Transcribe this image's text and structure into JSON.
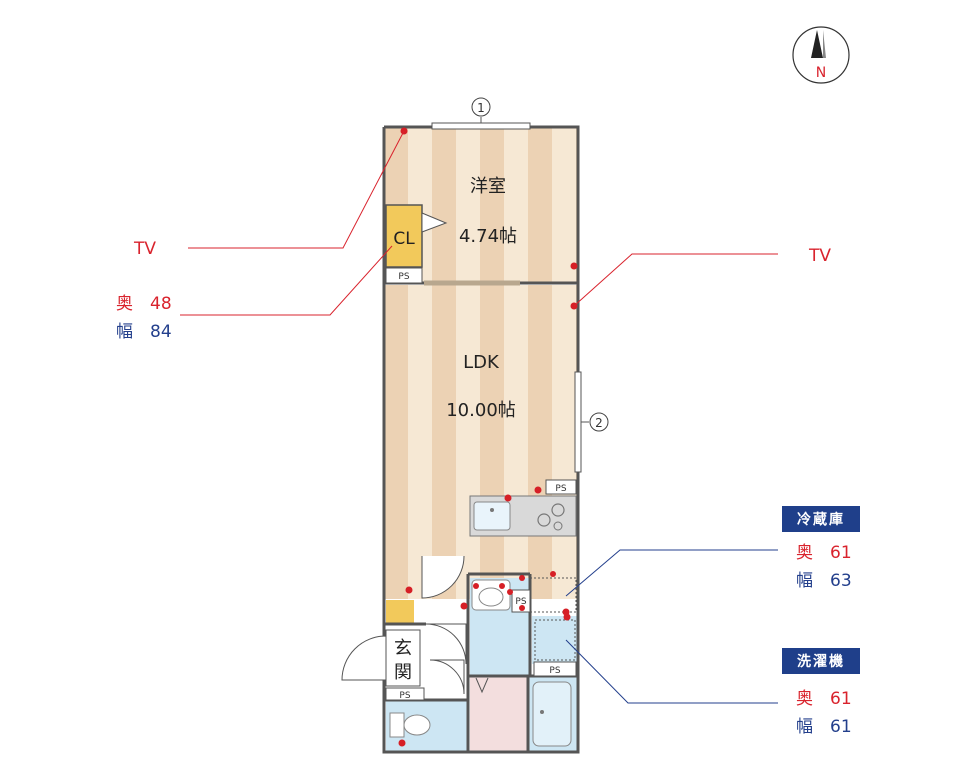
{
  "compass": {
    "north_label": "N",
    "icon": "compass-icon"
  },
  "windows": {
    "w1": "1",
    "w2": "2"
  },
  "rooms": {
    "western": {
      "name": "洋室",
      "size": "4.74帖"
    },
    "closet": "CL",
    "ldk": {
      "name": "LDK",
      "size": "10.00帖"
    },
    "entrance": {
      "line1": "玄",
      "line2": "関"
    },
    "ps": "PS"
  },
  "callouts": {
    "tv_left": "TV",
    "tv_right": "TV",
    "closet_dims": {
      "depth_label": "奥",
      "depth_value": "48",
      "width_label": "幅",
      "width_value": "84"
    },
    "fridge": {
      "title": "冷蔵庫",
      "depth_label": "奥",
      "depth_value": "61",
      "width_label": "幅",
      "width_value": "63"
    },
    "washer": {
      "title": "洗濯機",
      "depth_label": "奥",
      "depth_value": "61",
      "width_label": "幅",
      "width_value": "61"
    }
  },
  "colors": {
    "wall": "#555555",
    "floor_light": "#f6e8d4",
    "floor_stripe": "#ecd2b4",
    "water_area": "#cde6f3",
    "toilet_floor": "#f3dede",
    "closet_fill": "#f2c95b",
    "accent_red": "#d9232d",
    "accent_blue": "#233f8c",
    "badge_bg": "#1f3f8a",
    "outlet_dot": "#d61f26"
  }
}
